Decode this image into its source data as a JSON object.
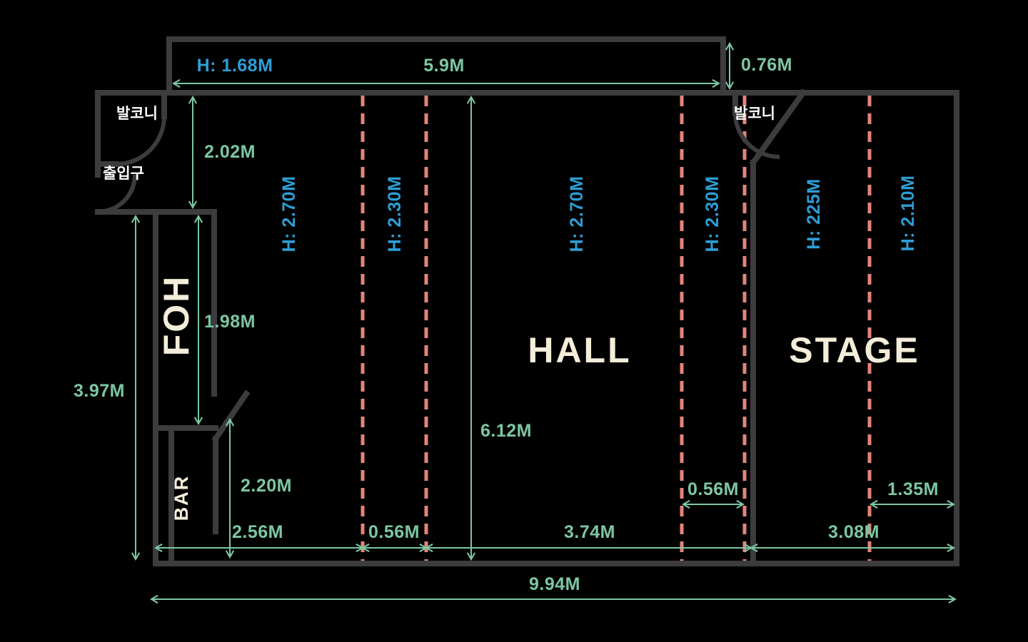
{
  "meta": {
    "description": "Venue floor plan with FOH, hall, stage and bar areas, ceiling-height zones and dimensions"
  },
  "colors": {
    "background": "#000000",
    "wall": "#3c3c3f",
    "height_zone_divider": "#e2847a",
    "dimension": "#7cc7a3",
    "height_label": "#2e9ed6",
    "room_label": "#f3edda",
    "korean_label": "#ffffff"
  },
  "rooms": {
    "foh": "FOH",
    "hall": "HALL",
    "stage": "STAGE",
    "bar": "BAR",
    "balcony_left": "발코니",
    "balcony_right": "발코니",
    "entrance": "출입구"
  },
  "heights": {
    "loft": "H: 1.68M",
    "zones": [
      "H: 2.70M",
      "H: 2.30M",
      "H: 2.70M",
      "H: 2.30M",
      "H: 225M",
      "H: 2.10M"
    ]
  },
  "dims": {
    "loft_width": "5.9M",
    "loft_depth": "0.76M",
    "entry_depth": "2.02M",
    "foh_length": "1.98M",
    "left_wall": "3.97M",
    "hall_depth": "6.12M",
    "bar_opening": "2.20M",
    "bottom": [
      "2.56M",
      "0.56M",
      "3.74M",
      "3.08M"
    ],
    "stage_pocket": "0.56M",
    "stage_edge": "1.35M",
    "total_width": "9.94M"
  }
}
